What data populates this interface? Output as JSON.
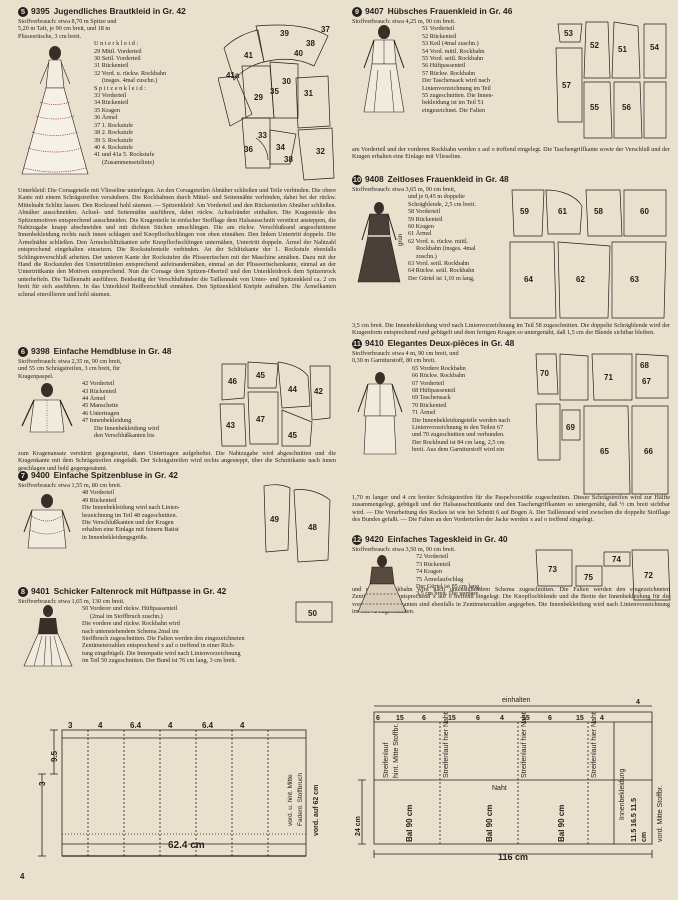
{
  "page_number": "4",
  "sections": {
    "s5": {
      "num": "5",
      "code": "9395",
      "title": "Jugendliches Brautkleid in Gr. 42",
      "fabric": [
        "Stoffverbrauch: etwa 8,70 m Spitze und",
        "5,20 m Taft, je 90 cm breit, und 18 m",
        "Plisseerüsche, 3 cm breit."
      ],
      "group1": "Unterkleid:",
      "pieces1": [
        "29 Mittl. Vorderteil",
        "30 Seitl. Vorderteil",
        "31 Rückenteil",
        "32 Vord. u. rückw. Rockbahn",
        "(insges. 4mal zuschn.)"
      ],
      "group2": "Spitzenkleid:",
      "pieces2": [
        "33 Vorderteil",
        "34 Rückenteil",
        "35 Kragen",
        "36 Ärmel",
        "37 1. Rockstufe",
        "38 2. Rockstufe",
        "39 3. Rockstufe",
        "40 4. Rockstufe",
        "41 und 41a 5. Rockstufe",
        "(Zusammensetzlinie)"
      ],
      "body": "Unterkleid: Die Corsageteile mit Vlieseline unterlegen. An den Corsageteilen Abnäher schließen und Teile verbinden. Die obere Kante mit einem Schrägstreifen versäubern. Die Rockbahnen durch Mittel- und Seitennähte verbinden, dabei bei der rückw. Mittelnaht Schlitz lassen. Den Rockrand hohl säumen. — Spitzenkleid: Am Vorderteil und den Rückenteilen Abnäher schließen. Abnäher ausschneiden. Achsel- und Seitennähte ausführen, dabei rückw. Achselränder einhalten. Die Kragenteile des Spitzenmotiven entsprechend ausschneiden. Die Kragenteile in einfacher Stofflage dem Halsausschnitt verstürzt ansteppen, die Nahtzugabe knapp abschneiden und mit dichten Stichen umschlingen. Die am rückw. Verschlußrand angeschnittene Innenbekleidung rechts nach innen schlagen und Knopflochschlingen von oben einnähen. Den linken Untertritt doppeln. Die Ärmelnähte schließen. Den Ärmelschlitzkanten sehr Knopflochschlingen unternähen, Untertritt doppeln. Ärmel der Nahtzahl entsprechend eingehalten einsetzen. Die Rockstufenteile verbinden. An der Schlitzkante der 1. Rockstufe ebenfalls Schlingenverschluß arbeiten. Der unteren Kante der Rockstufen die Plisseerüschen mit der Maschine annähen. Dazu mit der Hand die Rockstufen den Untertrittlinien entsprechend aufeinandernähen, einmal an der Plisseerüschenkante, einmal an der Untertrittkante den Motiven entsprechend. Nun die Corsage dem Spitzen-Oberteil und den Unterkleidrock dem Spitzenrock unterhefteln. Die Taillennaht ausführen. Beidseitig der Verschlußränder die Taillennaht von Unter- und Spitzenkleid ca. 2 cm breit für sich ausführen. In das Unterkleid Reißverschluß einnähen. Den Spitzenkleid Knöpfe aufnähen. Die Ärmelkanten schmal einrollieren und hohl säumen."
    },
    "s6": {
      "num": "6",
      "code": "9398",
      "title": "Einfache Hemdbluse in Gr. 48",
      "fabric": [
        "Stoffverbrauch: etwa 2,35 m, 90 cm breit,",
        "und 55 cm Schrägstreifen, 3 cm breit, für",
        "Kragenpaspel."
      ],
      "pieces": [
        "42 Vorderteil",
        "43 Rückenteil",
        "44 Ärmel",
        "45 Manschette",
        "46 Untertragen",
        "47 Innenbekleidung"
      ],
      "body_ind": [
        "Die Innenbekleidung wird",
        "den Verschlußkanten bis"
      ],
      "body": "zum Kragenansatz verstürzt gegengesetzt, dann Untertragen aufgeheftet. Die Nahtzugabe wird abgeschnitten und die Kragenkante mit dem Schrägstreifen eingefaßt. Der Schrägstreifen wird rechts angesteppt, über die Schnittkante nach innen geschlagen und hohl gegengesäumt."
    },
    "s7": {
      "num": "7",
      "code": "9400",
      "title": "Einfache Spitzenbluse in Gr. 42",
      "fabric": [
        "Stoffverbrauch: etwa 1,55 m, 80 cm breit."
      ],
      "pieces": [
        "48 Vorderteil",
        "49 Rückenteil",
        "Die Innenbekleidung wird nach Linien-",
        "bezeichnung im Teil 48 zugeschnitten.",
        "Die Verschlußkanten und der Kragen",
        "erhalten eine Einlage mit feinem Batist",
        "in Innenbekleidungsgröße."
      ]
    },
    "s8": {
      "num": "8",
      "code": "9401",
      "title": "Schicker Faltenrock mit Hüftpasse in Gr. 42",
      "fabric": [
        "Stoffverbrauch: etwa 1,65 m, 130 cm breit."
      ],
      "pieces": [
        "50 Vorderer und rückw. Hüftpassenteil",
        "(2mal im Stoffbruch zuschn.)",
        "Die vordere und rückw. Rockbahn wird",
        "nach untenstehendem Schema 2mal im",
        "Stoffbruch zugeschnitten. Die Falten werden den eingezeichneten",
        "Zentimeterzahlen entsprechend x auf o treffend in einer Rich-",
        "tung eingebügelt. Die Innenpatte wird nach Linienvorzeichnung",
        "im Teil 50 zugeschnitten. Der Bund ist 76 cm lang, 3 cm breit."
      ]
    },
    "s9": {
      "num": "9",
      "code": "9407",
      "title": "Hübsches Frauenkleid in Gr. 46",
      "fabric": [
        "Stoffverbrauch: etwa 4,25 m, 90 cm breit."
      ],
      "pieces": [
        "51 Vorderteil",
        "52 Rückenteil",
        "53 Keil (4mal zuschn.)",
        "54 Vord. mittl. Rockbahn",
        "55 Vord. seitl. Rockbahn",
        "56 Hüftpassenteil",
        "57 Rückw. Rockbahn",
        "Der Taschensack wird nach",
        "Linienvorzeichnung im Teil",
        "55 zugeschnitten. Die Innen-",
        "bekleidung ist im Teil 51",
        "eingezeichnet. Die Falten"
      ],
      "body": "am Vorderteil und der vorderen Rockbahn werden x auf o treffend eingelegt. Die Taschengriffkante sowie der Verschluß und der Kragen erhalten eine Einlage mit Vlieseline."
    },
    "s10": {
      "num": "10",
      "code": "9408",
      "title": "Zeitloses Frauenkleid in Gr. 48",
      "fabric": [
        "Stoffverbrauch: etwa 3,65 m, 90 cm breit,",
        "und je 0,45 m doppelte",
        "Schrägblende, 2,5 cm breit."
      ],
      "pieces": [
        "58 Vorderteil",
        "59 Rückenteil",
        "60 Kragen",
        "61 Ärmel",
        "62 Vord. u. rückw. mittl.",
        "Rockbahn (insges. 4mal",
        "zuschn.)",
        "63 Vord. seitl. Rockbahn",
        "64 Rückw. seitl. Rockbahn",
        "Der Gürtel ist 1,10 m lang,"
      ],
      "body": "3,5 cm breit. Die Innenbekleidung wird nach Linienvorzeichnung im Teil 58 zugeschnitten. Die doppelte Schrägblende wird der Kragenform entsprechend rund gebügelt und dem fertigen Kragen so untergenäht, daß 1,5 cm der Blende sichtbar bleiben."
    },
    "s11": {
      "num": "11",
      "code": "9410",
      "title": "Elegantes Deux-pièces in Gr. 48",
      "fabric": [
        "Stoffverbrauch: etwa 4 m, 90 cm breit, und",
        "0,30 m Garniturstoff, 80 cm breit."
      ],
      "pieces": [
        "65 Vordere Rockbahn",
        "66 Rückw. Rockbahn",
        "67 Vorderteil",
        "68 Hüftpassenteil",
        "69 Taschensack",
        "70 Rückenteil",
        "71 Ärmel",
        "Die Innenbekleidungsteile werden nach",
        "Linienvorzeichnung in den Teilen 67",
        "und 70 zugeschnitten und verbunden.",
        "Der Rockbund ist 84 cm lang, 2,5 cm",
        "breit. Aus dem Garniturstoff wird ein"
      ],
      "body": "1,70 m langer und 4 cm breiter Schrägstreifen für die Paspelvorstöße zugeschnitten. Dieser Schrägstreifen wird zur Hälfte zusammengelegt, gebügelt und der Halsausschnittkante und den Taschengriffkanten so untergenäht, daß ½ cm breit sichtbar wird. — Die Verarbeitung des Rockes ist wie bei Schnitt 6 auf Bogen A. Der Taillenrand wird zwischen die doppelte Stofflage des Bundes gefaßt. — Die Falten an den Vorderteilen der Jacke werden x auf o treffend eingelegt."
    },
    "s12": {
      "num": "12",
      "code": "9420",
      "title": "Einfaches Tageskleid in Gr. 40",
      "fabric": [
        "Stoffverbrauch: etwa 3,50 m, 90 cm breit."
      ],
      "pieces": [
        "72 Vorderteil",
        "73 Rückenteil",
        "74 Kragen",
        "75 Ärmelaufschlag",
        "Der Gürtel ist 85 cm lang,",
        "3,5 cm breit. Die vordere"
      ],
      "body": "und rückw. Rockbahn wird nach untenstehendem Schema zugeschnitten. Die Falten werden den eingezeichneten Zentimeterzahlen entsprechend x auf o treffend eingelegt. Die Knopflochblende und die Breite der Innenbekleidung für die vorderen Verschlußkanten sind ebenfalls in Zentimeterzahlen angegeben. Die Innenbekleidung wird nach Linienvorzeichnung im Teil 72 zugeschnitten."
    }
  },
  "labels": {
    "grain": "Fadenlauf",
    "schema8_top": [
      "3",
      "4",
      "6.4",
      "4",
      "6.4",
      "4"
    ],
    "schema8_left": "9.5",
    "schema8_left2": "3",
    "schema8_dim": "62.4 cm",
    "schema8_right": [
      "vord. u. hint. Mitte",
      "Fadenl. Stoffbruch",
      "vord. auf 62 cm"
    ],
    "schema12_top": "einhalten",
    "schema12_nums": [
      "6",
      "15",
      "6",
      "15",
      "6",
      "4",
      "15",
      "6",
      "15",
      "4",
      "4"
    ],
    "schema12_side": [
      "Streifenlauf",
      "hint. Mitte Stoffbr."
    ],
    "schema12_vert": [
      "Streifenlauf hier Naht",
      "Streifenlauf hier Naht",
      "Streifenlauf hier Naht"
    ],
    "schema12_naht": "Naht",
    "schema12_bal": [
      "Bal 90 cm",
      "Bal 90 cm",
      "Bal 90 cm"
    ],
    "schema12_left": "24 cm",
    "schema12_dim": "116 cm",
    "schema12_inner": "Innenbekleidung",
    "schema12_right": "vord. Mitte Stoffbr.",
    "schema12_r": "11.5 16.5 11.5",
    "schema12_cm": "cm",
    "s10_grain": "grün"
  },
  "diagrams": {
    "s5": [
      {
        "num": "37"
      },
      {
        "num": "39"
      },
      {
        "num": "38"
      },
      {
        "num": "40"
      },
      {
        "num": "41a"
      },
      {
        "num": "41"
      },
      {
        "num": "35"
      },
      {
        "num": "30"
      },
      {
        "num": "31"
      },
      {
        "num": "29"
      },
      {
        "num": "33"
      },
      {
        "num": "36"
      },
      {
        "num": "34"
      },
      {
        "num": "38"
      },
      {
        "num": "32"
      }
    ],
    "s6": [
      {
        "num": "46"
      },
      {
        "num": "45"
      },
      {
        "num": "44"
      },
      {
        "num": "42"
      },
      {
        "num": "43"
      },
      {
        "num": "47"
      },
      {
        "num": "45"
      }
    ],
    "s7": [
      {
        "num": "49"
      },
      {
        "num": "48"
      }
    ],
    "s8": [
      {
        "num": "50"
      }
    ],
    "s9": [
      {
        "num": "53"
      },
      {
        "num": "52"
      },
      {
        "num": "54"
      },
      {
        "num": "51"
      },
      {
        "num": "55"
      },
      {
        "num": "56"
      },
      {
        "num": "57"
      }
    ],
    "s10": [
      {
        "num": "59"
      },
      {
        "num": "61"
      },
      {
        "num": "58"
      },
      {
        "num": "60"
      },
      {
        "num": "64"
      },
      {
        "num": "62"
      },
      {
        "num": "63"
      }
    ],
    "s11": [
      {
        "num": "68"
      },
      {
        "num": "67"
      },
      {
        "num": "70"
      },
      {
        "num": "71"
      },
      {
        "num": "69"
      },
      {
        "num": "65"
      },
      {
        "num": "66"
      }
    ],
    "s12": [
      {
        "num": "73"
      },
      {
        "num": "75"
      },
      {
        "num": "74"
      },
      {
        "num": "72"
      }
    ]
  }
}
